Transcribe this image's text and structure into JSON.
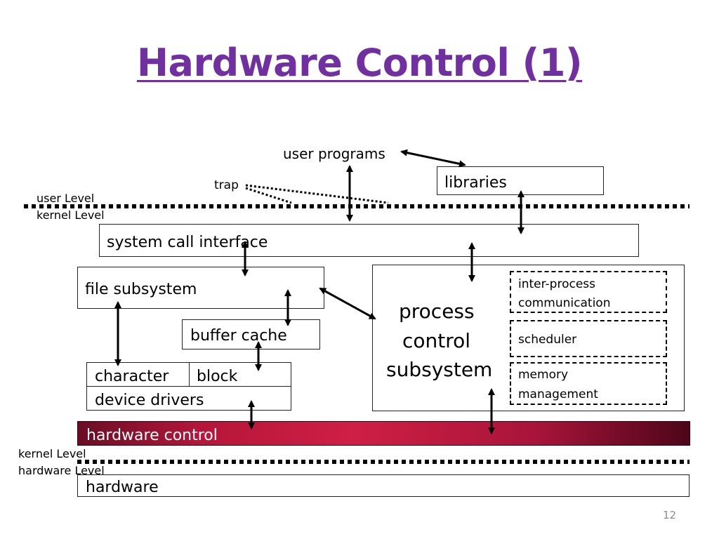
{
  "title": "Hardware Control (1)",
  "levels": {
    "user": "user Level",
    "kernel_top": "kernel Level",
    "kernel_bottom": "kernel Level",
    "hardware": "hardware Level"
  },
  "labels": {
    "user_programs": "user programs",
    "trap": "trap",
    "libraries": "libraries",
    "system_call_interface": "system call interface",
    "file_subsystem": "file subsystem",
    "buffer_cache": "buffer cache",
    "character": "character",
    "block": "block",
    "device_drivers": "device drivers",
    "process_control": [
      "process",
      "control",
      "subsystem"
    ],
    "ipc": [
      "inter-process",
      "communication"
    ],
    "scheduler": "scheduler",
    "memory_management": [
      "memory",
      "management"
    ],
    "hardware_control": "hardware control",
    "hardware": "hardware"
  },
  "page_number": "12",
  "colors": {
    "title": "#7030a0",
    "hardware_control_bar": "#c8193f"
  }
}
